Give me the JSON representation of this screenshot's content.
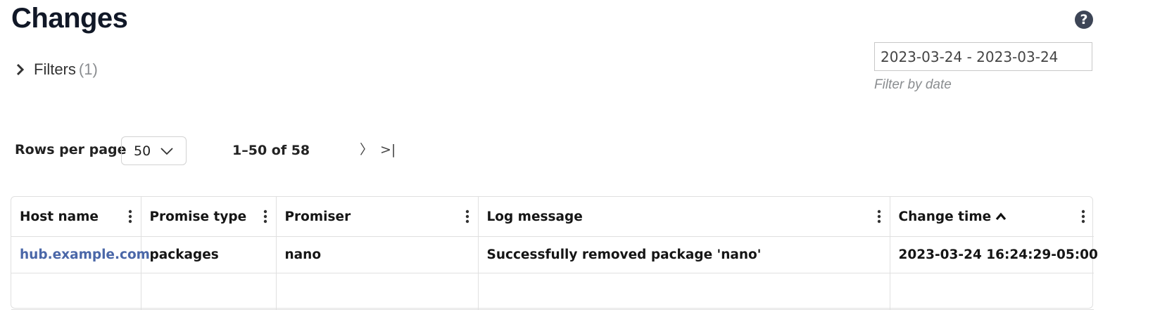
{
  "page": {
    "title": "Changes"
  },
  "filters": {
    "label": "Filters",
    "count": "(1)"
  },
  "date_filter": {
    "value": "2023-03-24 - 2023-03-24",
    "hint": "Filter by date"
  },
  "pagination": {
    "rows_label": "Rows per page",
    "rows_value": "50",
    "range": "1–50 of 58",
    "next_symbol": "〉",
    "last_symbol": ">|"
  },
  "table": {
    "columns": [
      {
        "label": "Host name"
      },
      {
        "label": "Promise type"
      },
      {
        "label": "Promiser"
      },
      {
        "label": "Log message"
      },
      {
        "label": "Change time",
        "sorted": "ascending"
      }
    ],
    "rows": [
      {
        "host": "hub.example.com",
        "promise_type": "packages",
        "promiser": "nano",
        "log_message": "Successfully removed package 'nano'",
        "change_time": "2023-03-24 16:24:29-05:00"
      }
    ]
  },
  "icons": {
    "help": "question-circle-icon",
    "filters": "chevron-right-icon",
    "column_menu": "kebab-icon",
    "sort": "caret-up-icon"
  },
  "colors": {
    "link": "#4a67a8",
    "title": "#111827",
    "hint": "#8a8d90"
  }
}
